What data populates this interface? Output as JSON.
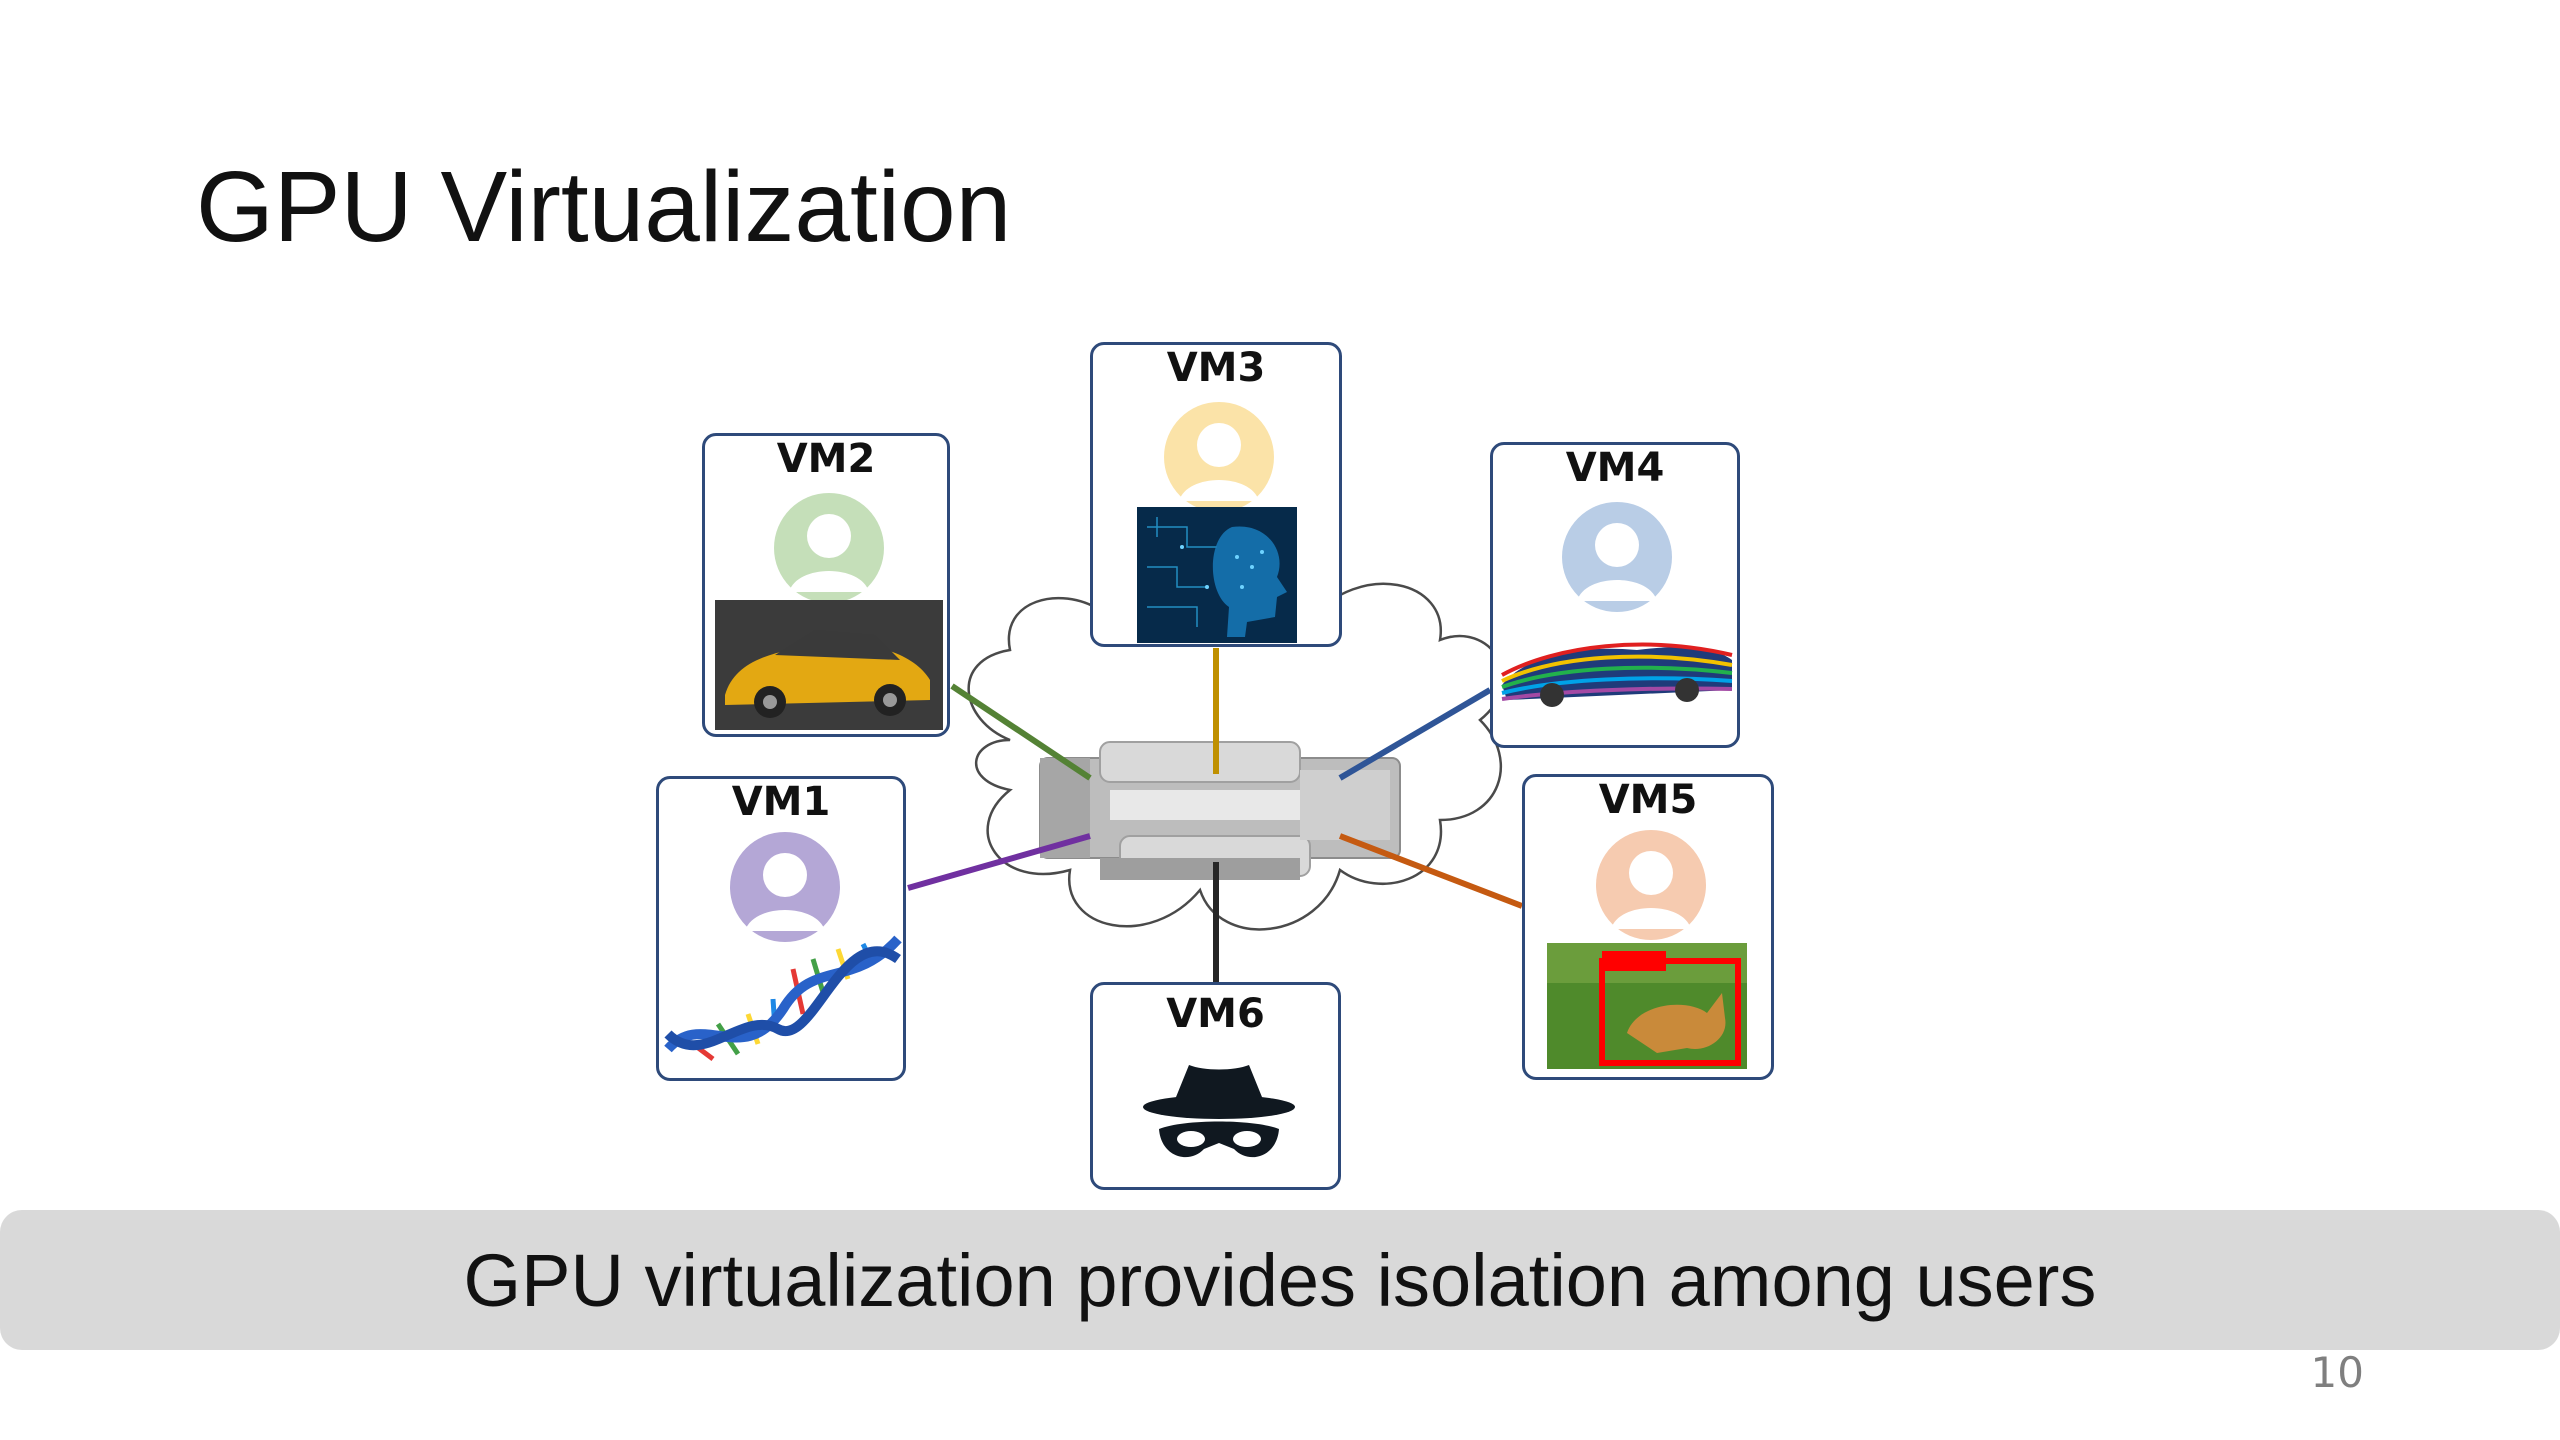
{
  "slide": {
    "title": "GPU Virtualization",
    "caption": "GPU virtualization provides isolation among users",
    "page_number": "10"
  },
  "diagram": {
    "vms": [
      {
        "id": "vm1",
        "label": "VM1",
        "link_color": "#7030a0",
        "avatar_color": "#b4a7d6",
        "workload": "dna-helix"
      },
      {
        "id": "vm2",
        "label": "VM2",
        "link_color": "#548235",
        "avatar_color": "#c5dfb9",
        "workload": "sports-car"
      },
      {
        "id": "vm3",
        "label": "VM3",
        "link_color": "#bf9000",
        "avatar_color": "#fbe3a8",
        "workload": "ai-brain"
      },
      {
        "id": "vm4",
        "label": "VM4",
        "link_color": "#2f5597",
        "avatar_color": "#b9cde6",
        "workload": "aero-simulation"
      },
      {
        "id": "vm5",
        "label": "VM5",
        "link_color": "#c55a11",
        "avatar_color": "#f6cbb0",
        "workload": "cat-detection"
      },
      {
        "id": "vm6",
        "label": "VM6",
        "link_color": "#262626",
        "avatar_color": null,
        "workload": "spy-icon"
      }
    ],
    "box_border_color": "#2e4a7a"
  }
}
